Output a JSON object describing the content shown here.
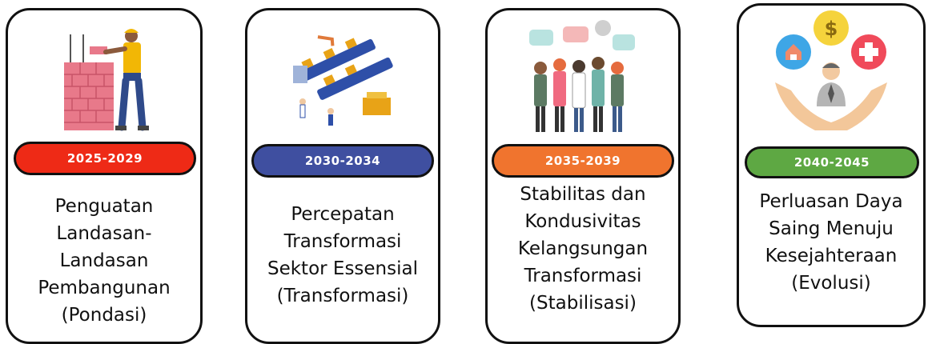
{
  "phases": [
    {
      "period": "2025-2029",
      "color": "#ee2a16",
      "icon": "construction-worker-icon",
      "lines": [
        "Penguatan",
        "Landasan-",
        "Landasan",
        "Pembangunan",
        "(Pondasi)"
      ]
    },
    {
      "period": "2030-2034",
      "color": "#3f4fa0",
      "icon": "factory-automation-icon",
      "lines": [
        "Percepatan",
        "Transformasi",
        "Sektor Essensial",
        "(Transformasi)"
      ]
    },
    {
      "period": "2035-2039",
      "color": "#f0742e",
      "icon": "community-discussion-icon",
      "lines": [
        "Stabilitas dan",
        "Kondusivitas",
        "Kelangsungan",
        "Transformasi",
        "(Stabilisasi)"
      ]
    },
    {
      "period": "2040-2045",
      "color": "#5ea843",
      "icon": "welfare-hands-icon",
      "lines": [
        "Perluasan Daya",
        "Saing Menuju",
        "Kesejahteraan",
        "(Evolusi)"
      ]
    }
  ]
}
